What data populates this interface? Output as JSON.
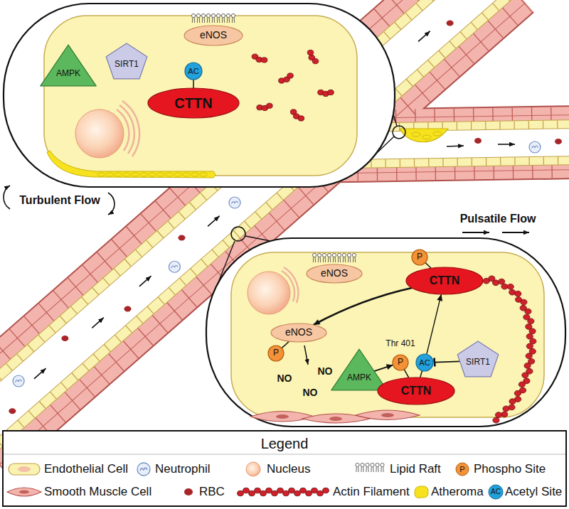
{
  "diagram": {
    "nodes": [
      {
        "text": [
          "eNOS"
        ]
      },
      {
        "text": [
          "AMPK"
        ]
      },
      {
        "text": [
          "SIRT1"
        ]
      },
      {
        "text": [
          "AC"
        ]
      },
      {
        "text": [
          "CTTN"
        ]
      },
      {
        "text": [
          "eNOS"
        ]
      },
      {
        "text": [
          "P"
        ]
      },
      {
        "text": [
          "CTTN"
        ]
      },
      {
        "text": [
          "eNOS"
        ]
      },
      {
        "text": [
          "P"
        ]
      },
      {
        "text": [
          "SIRT1"
        ]
      },
      {
        "text": [
          "P"
        ]
      },
      {
        "text": [
          "AC"
        ]
      },
      {
        "text": [
          "AMPK"
        ]
      },
      {
        "text": [
          "CTTN"
        ]
      }
    ],
    "edges": [
      {
        "from": 3,
        "to": 4,
        "arrow": "none"
      },
      {
        "from": 6,
        "to": 7,
        "arrow": "none"
      },
      {
        "from": 7,
        "to": 8,
        "arrow": "to"
      },
      {
        "from": 9,
        "to": 8,
        "arrow": "none"
      },
      {
        "from": 13,
        "to": 11,
        "arrow": "to"
      },
      {
        "from": 10,
        "to": 12,
        "arrow": "to"
      },
      {
        "from": 11,
        "to": 14,
        "arrow": "none"
      },
      {
        "from": 12,
        "to": 14,
        "arrow": "none"
      },
      {
        "from": 12,
        "to": 7,
        "arrow": "to"
      }
    ],
    "labels": [
      "Turbulent Flow",
      "Pulsatile Flow",
      "Thr 401",
      "NO",
      "NO",
      "NO",
      "Legend",
      "P",
      "AC"
    ],
    "legend": [
      {
        "text": "Endothelial Cell"
      },
      {
        "text": "Neutrophil"
      },
      {
        "text": "Nucleus"
      },
      {
        "text": "Lipid Raft"
      },
      {
        "text": "Phospho Site"
      },
      {
        "text": "Smooth Muscle Cell"
      },
      {
        "text": "RBC"
      },
      {
        "text": "Actin Filament"
      },
      {
        "text": "Atheroma"
      },
      {
        "text": "Acetyl Site"
      }
    ]
  }
}
